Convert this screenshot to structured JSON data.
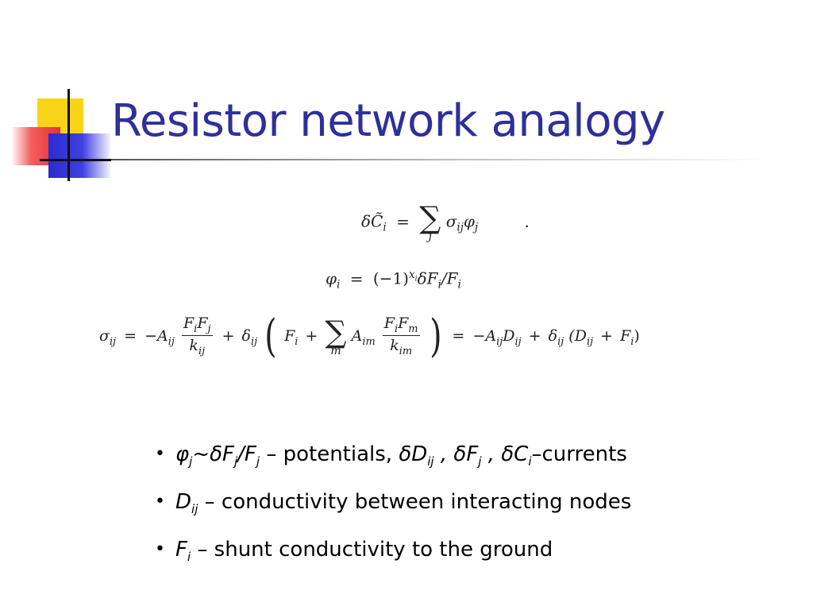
{
  "slide": {
    "title": "Resistor network analogy"
  },
  "equations": {
    "eq1": {
      "lhs": "δC̃",
      "lhs_sub": "i",
      "equals": "=",
      "sum_index": "j",
      "rhs": "σ",
      "rhs_sub": "ij",
      "rhs2": "φ",
      "rhs2_sub": "j",
      "trailing": "."
    },
    "eq2": {
      "lhs": "φ",
      "lhs_sub": "i",
      "equals": "=",
      "base": "(−1)",
      "exp": "x",
      "exp_sub": "i",
      "rest": "δF",
      "rest_sub": "i",
      "div": "/F",
      "div_sub": "i"
    },
    "eq3": {
      "lhs": "σ",
      "lhs_sub": "ij",
      "equals": "=",
      "term1_prefix": "−A",
      "term1_sub": "ij",
      "frac1_num": "F",
      "frac1_num_sub1": "i",
      "frac1_num_mid": "F",
      "frac1_num_sub2": "j",
      "frac1_den": "k",
      "frac1_den_sub": "ij",
      "plus": "+",
      "delta": "δ",
      "delta_sub": "ij",
      "inner_f": "F",
      "inner_f_sub": "i",
      "inner_plus": "+",
      "sum_index": "m",
      "inner_a": "A",
      "inner_a_sub": "im",
      "frac2_num": "F",
      "frac2_num_sub1": "i",
      "frac2_num_mid": "F",
      "frac2_num_sub2": "m",
      "frac2_den": "k",
      "frac2_den_sub": "im",
      "equals2": "=",
      "term3": "−A",
      "term3_sub": "ij",
      "term3_d": "D",
      "term3_d_sub": "ij",
      "plus2": "+",
      "delta2": "δ",
      "delta2_sub": "ij",
      "paren_d": "(D",
      "paren_d_sub": "ij",
      "paren_plus": "+",
      "paren_f": "F",
      "paren_f_sub": "i",
      "paren_close": ")"
    }
  },
  "bullets": [
    {
      "phi": "φ",
      "phi_sub": "j",
      "tilde": "~",
      "df": "δF",
      "df_sub": "j",
      "slash_f": "/F",
      "slash_f_sub": "j",
      "text1": " – potentials, ",
      "dd": "δD",
      "dd_sub": "ij",
      "comma1": " , ",
      "df2": "δF",
      "df2_sub": "j",
      "comma2": " , ",
      "dc": "δC",
      "dc_sub": "i",
      "text2": "–currents"
    },
    {
      "d": "D",
      "d_sub": "ij",
      "text": " – conductivity between interacting nodes"
    },
    {
      "f": "F",
      "f_sub": "i",
      "text": " – shunt conductivity to the ground"
    }
  ]
}
